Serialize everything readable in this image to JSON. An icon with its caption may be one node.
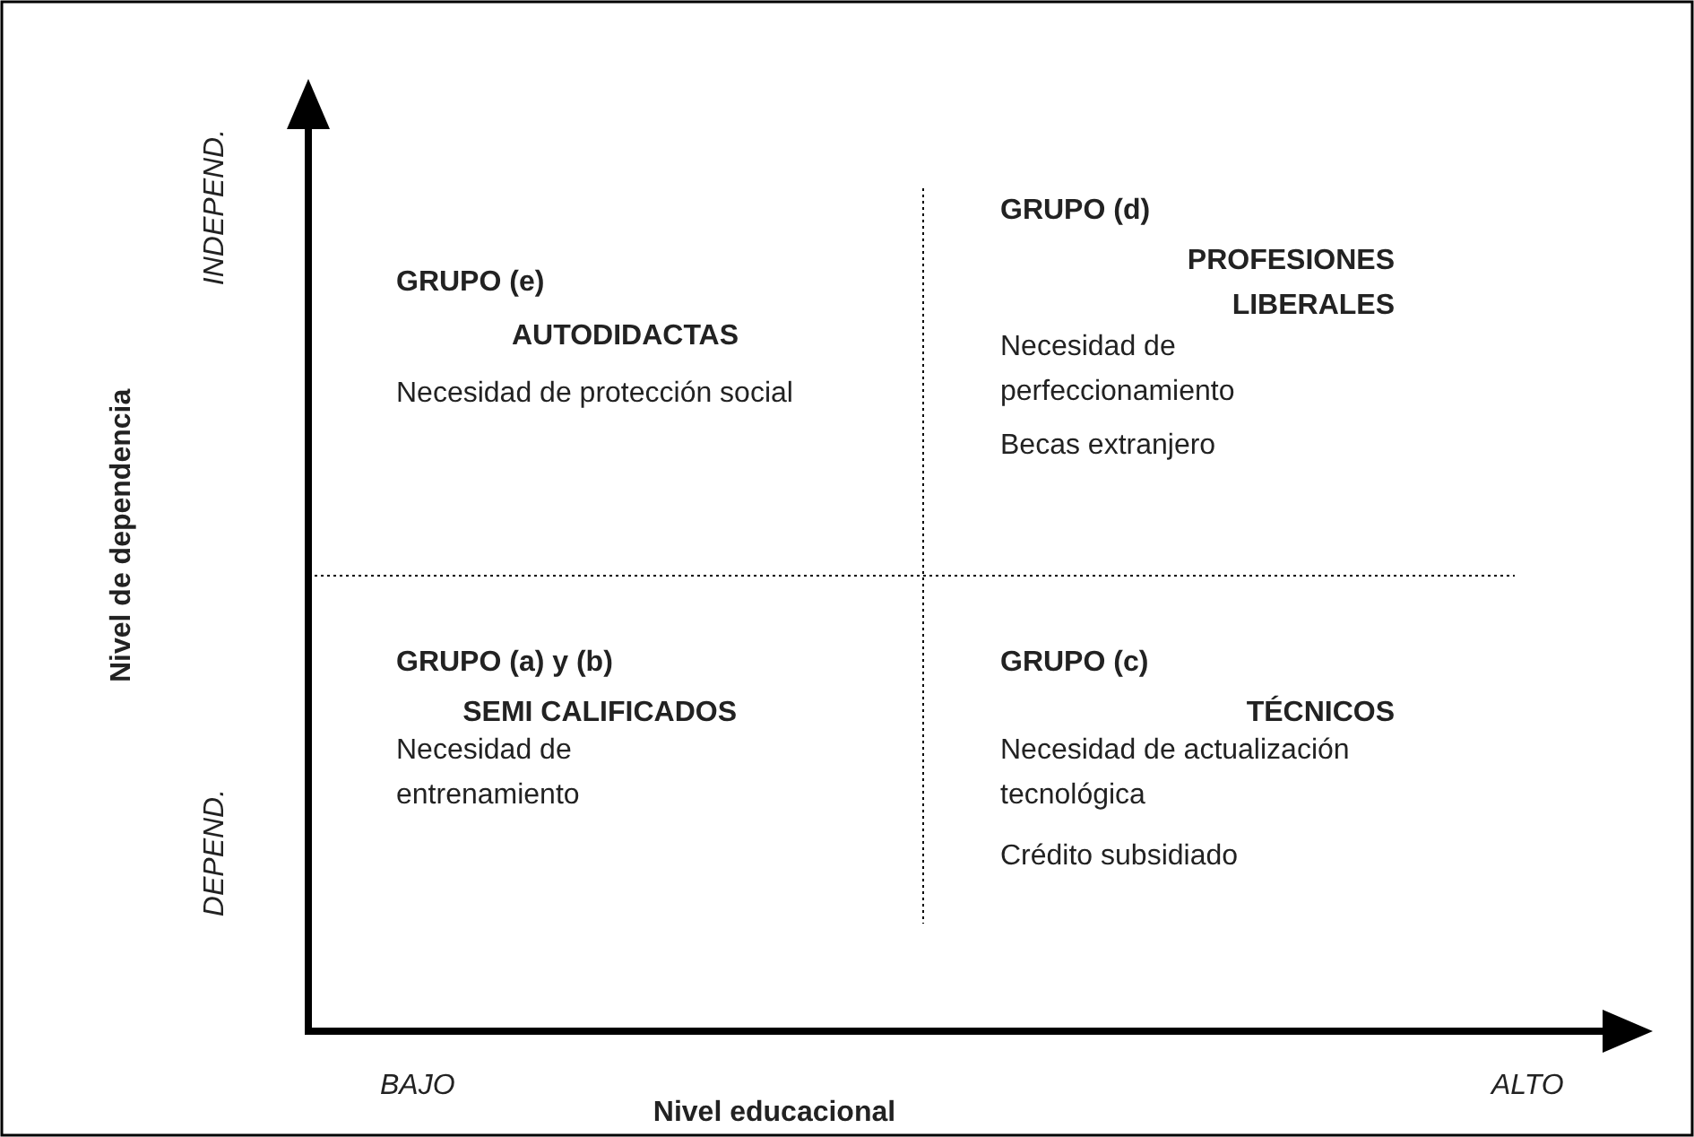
{
  "diagram": {
    "labels": [
      "INDEPEND.",
      "Nivel de dependencia",
      "GRUPO (e)",
      "AUTODIDACTAS",
      "Necesidad de protección social",
      "GRUPO (d)",
      "PROFESIONES LIBERALES",
      "Necesidad de perfeccionamiento",
      "Becas extranjero",
      "GRUPO (a) y (b)",
      "SEMI CALIFICADOS",
      "Necesidad de entrenamiento",
      "GRUPO (c)",
      "TÉCNICOS",
      "Necesidad de actualización tecnológica",
      "Crédito subsidiado",
      "DEPEND.",
      "BAJO",
      "ALTO",
      "Nivel educacional"
    ]
  }
}
